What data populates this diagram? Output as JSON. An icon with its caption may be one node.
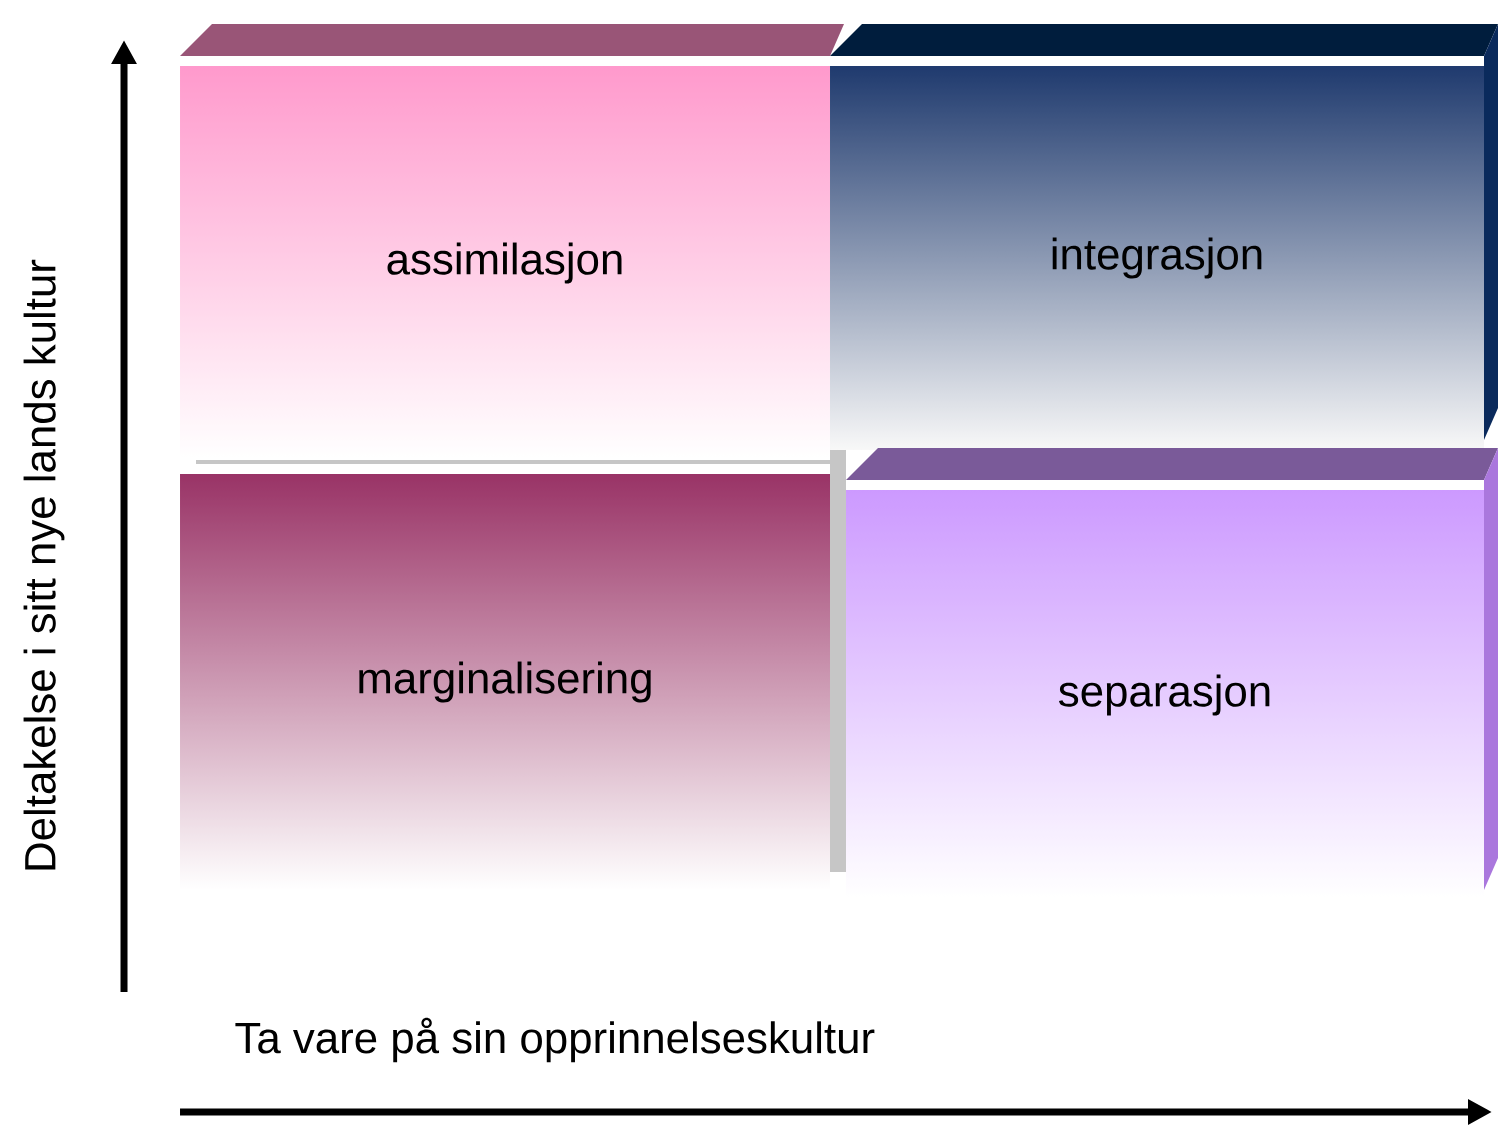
{
  "diagram": {
    "nodes": [
      {
        "text": [
          "assimilasjon"
        ]
      },
      {
        "text": [
          "integrasjon"
        ]
      },
      {
        "text": [
          "marginalisering"
        ]
      },
      {
        "text": [
          "separasjon"
        ]
      }
    ],
    "labels": [
      "Deltakelse i sitt nye lands kultur",
      "Ta vare på sin opprinnelseskultur"
    ]
  }
}
